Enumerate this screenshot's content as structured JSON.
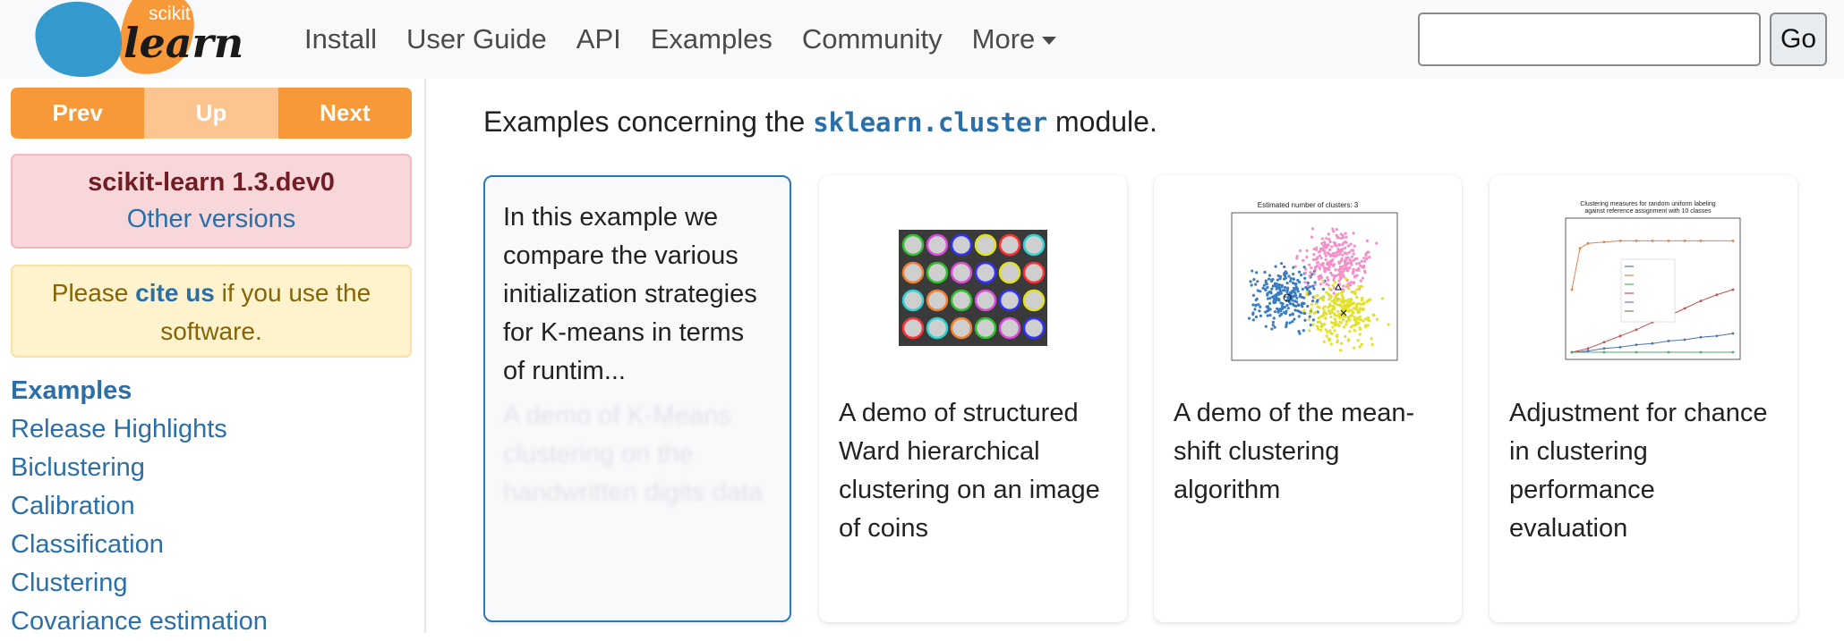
{
  "logo": {
    "top_text": "scikit",
    "main_text": "learn"
  },
  "nav": {
    "links": [
      "Install",
      "User Guide",
      "API",
      "Examples",
      "Community"
    ],
    "more_label": "More",
    "search_value": "",
    "go_label": "Go"
  },
  "sidebar": {
    "prev": "Prev",
    "up": "Up",
    "next": "Next",
    "version": "scikit-learn 1.3.dev0",
    "other_versions": "Other versions",
    "cite_pre": "Please ",
    "cite_link": "cite us",
    "cite_post": " if you use the software.",
    "items": [
      "Examples",
      "Release Highlights",
      "Biclustering",
      "Calibration",
      "Classification",
      "Clustering",
      "Covariance estimation"
    ]
  },
  "main": {
    "intro_pre": "Examples concerning the ",
    "intro_code": "sklearn.cluster",
    "intro_post": " module.",
    "cards": [
      {
        "tooltip": "In this example we compare the various initialization strategies for K-means in terms of runtim...",
        "ghost": "A demo of K-Means clustering on the handwritten digits data"
      },
      {
        "title": "A demo of structured Ward hierarchical clustering on an image of coins"
      },
      {
        "title": "A demo of the mean-shift clustering algorithm",
        "thumb_title": "Estimated number of clusters: 3"
      },
      {
        "title": "Adjustment for chance in clustering performance evaluation",
        "thumb_title_1": "Clustering measures for random uniform labeling",
        "thumb_title_2": "against reference assignment with 10 classes"
      }
    ]
  },
  "colors": {
    "orange": "#f89939",
    "link": "#2a6fa8",
    "blue_logo": "#3499cd"
  }
}
